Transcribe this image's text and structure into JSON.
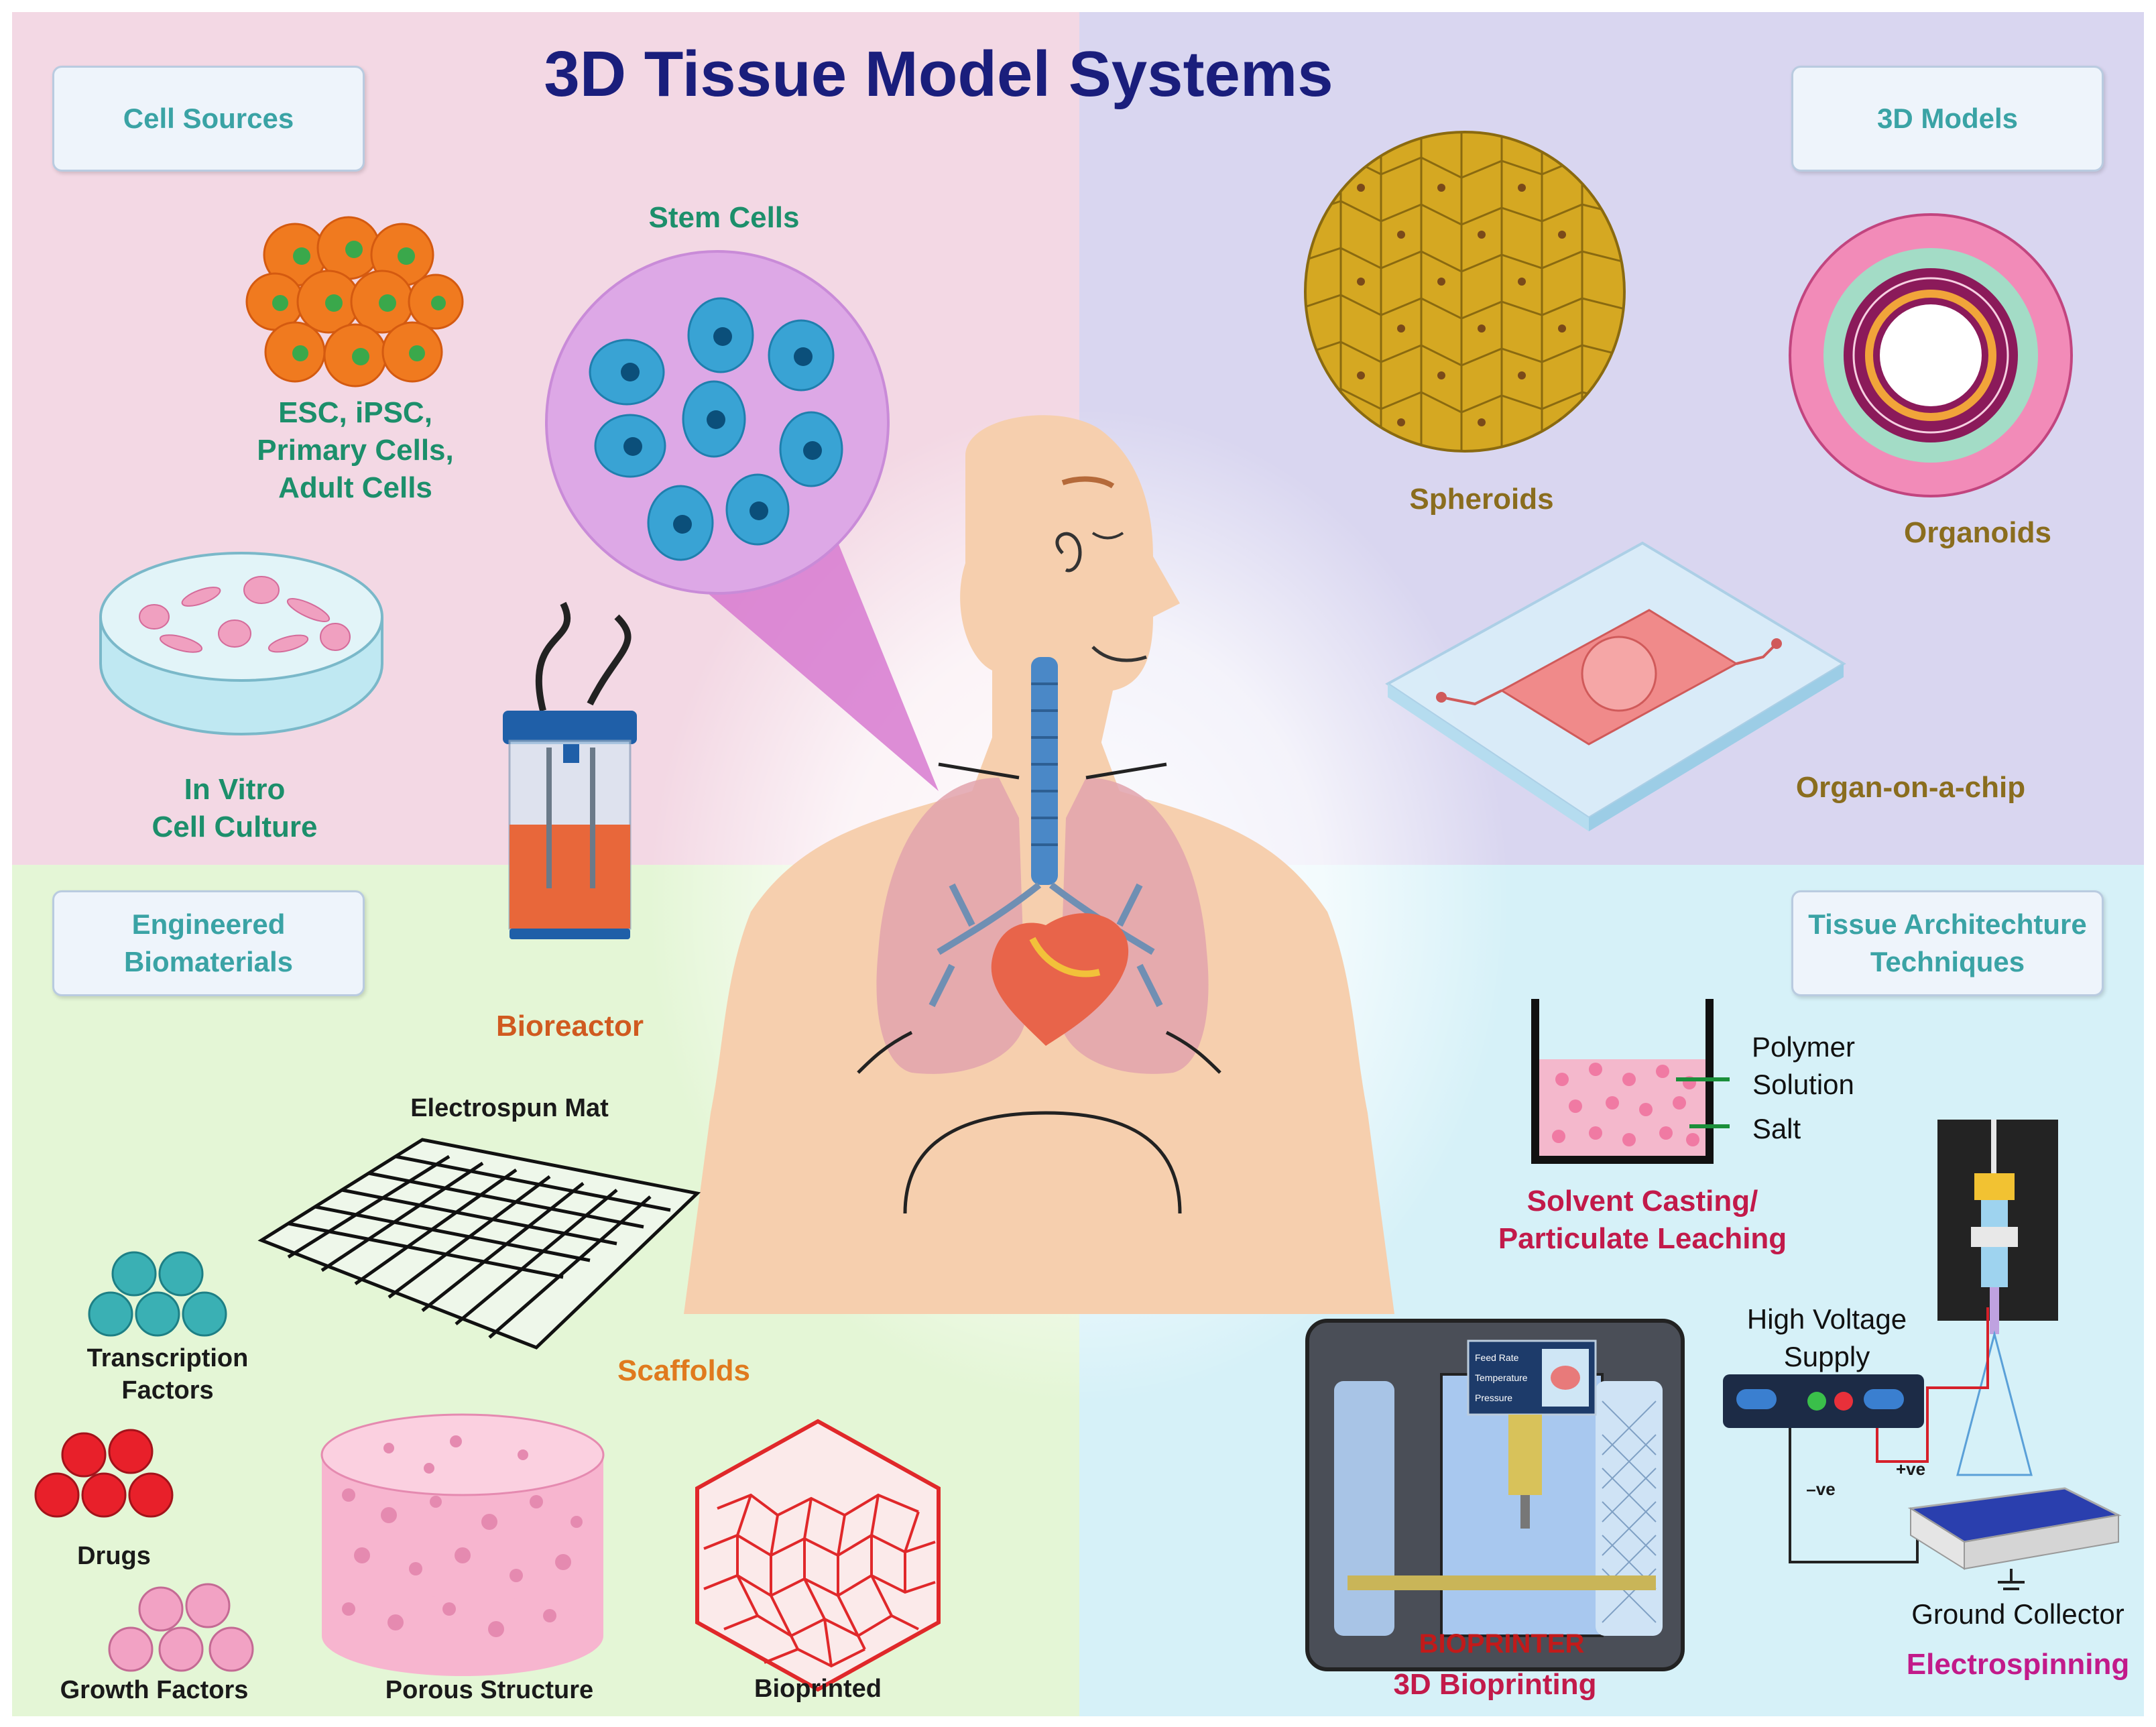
{
  "title": "3D Tissue Model Systems",
  "sections": {
    "cell_sources": "Cell Sources",
    "models_3d": "3D Models",
    "engineered_biomaterials": [
      "Engineered",
      "Biomaterials"
    ],
    "tissue_architecture": [
      "Tissue Architechture",
      "Techniques"
    ]
  },
  "cell_sources": {
    "stem_cells": "Stem Cells",
    "esc": [
      "ESC, iPSC,",
      "Primary Cells,",
      "Adult Cells"
    ],
    "in_vitro": [
      "In Vitro",
      "Cell Culture"
    ],
    "bioreactor": "Bioreactor"
  },
  "models": {
    "spheroids": "Spheroids",
    "organoids": "Organoids",
    "organ_on_chip": "Organ-on-a-chip"
  },
  "biomaterials": {
    "electrospun_mat": "Electrospun Mat",
    "scaffolds": "Scaffolds",
    "transcription_factors": [
      "Transcription",
      "Factors"
    ],
    "drugs": "Drugs",
    "growth_factors": "Growth Factors",
    "porous_structure": "Porous Structure",
    "bioprinted": "Bioprinted"
  },
  "techniques": {
    "polymer_solution": [
      "Polymer",
      "Solution"
    ],
    "salt": "Salt",
    "solvent_casting": [
      "Solvent Casting/",
      "Particulate Leaching"
    ],
    "high_voltage": [
      "High Voltage",
      "Supply"
    ],
    "plus_ve": "+ve",
    "minus_ve": "–ve",
    "ground_collector": "Ground Collector",
    "electrospinning": "Electrospinning",
    "bioprinting_3d": "3D Bioprinting",
    "bioprinter_brand": "BIOPRINTER",
    "screen_rows": [
      "Feed Rate",
      "Temperature",
      "Pressure"
    ]
  },
  "colors": {
    "title": "#1a1e7c",
    "section_label": "#3aa3a5",
    "green_label": "#1c8f6b",
    "olive_label": "#8a6d1e",
    "orange_label": "#e07a1e",
    "red_label": "#c21a4a"
  }
}
